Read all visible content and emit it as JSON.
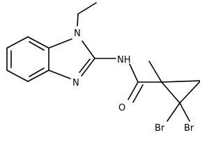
{
  "molecule": {
    "atoms": {
      "n_ethyl": "N",
      "n_imine": "N",
      "nh": "NH",
      "o": "O",
      "br_left": "Br",
      "br_right": "Br"
    },
    "bond_color": "#000000",
    "background_color": "#ffffff"
  }
}
